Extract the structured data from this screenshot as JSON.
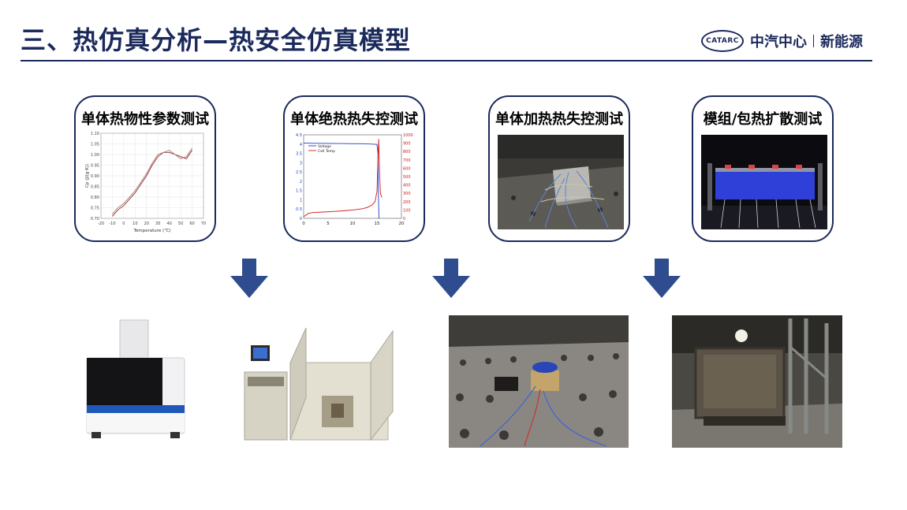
{
  "header": {
    "title": "三、热仿真分析—热安全仿真模型",
    "brand_logo": "CATARC",
    "brand_name": "中汽中心",
    "brand_division": "新能源"
  },
  "cards": [
    {
      "label": "单体热物性参数测试"
    },
    {
      "label": "单体绝热热失控测试"
    },
    {
      "label": "单体加热热失控测试"
    },
    {
      "label": "模组/包热扩散测试"
    }
  ],
  "colors": {
    "primary": "#1b2a5c",
    "arrow": "#2f4d8e",
    "voltage": "#1f3bd0",
    "temp": "#d11a1a"
  },
  "chart_data": [
    {
      "type": "line",
      "xlabel": "Temperature (℃)",
      "ylabel": "Cp (J/(g K))",
      "xlim": [
        -20,
        70
      ],
      "ylim": [
        0.7,
        1.1
      ],
      "xticks": [
        -20,
        -10,
        0,
        10,
        20,
        30,
        40,
        50,
        60,
        70
      ],
      "yticks": [
        0.7,
        0.75,
        0.8,
        0.85,
        0.9,
        0.95,
        1.0,
        1.05,
        1.1
      ],
      "series": [
        {
          "x": [
            -10,
            -5,
            0,
            5,
            10,
            15,
            20,
            25,
            30,
            35,
            40,
            45,
            50,
            55,
            60
          ],
          "y": [
            0.71,
            0.74,
            0.76,
            0.79,
            0.82,
            0.86,
            0.9,
            0.95,
            0.99,
            1.01,
            1.01,
            1.0,
            0.99,
            0.98,
            1.02
          ]
        },
        {
          "x": [
            -10,
            -5,
            0,
            5,
            10,
            15,
            20,
            25,
            30,
            35,
            40,
            45,
            50,
            55,
            60
          ],
          "y": [
            0.72,
            0.75,
            0.77,
            0.8,
            0.83,
            0.87,
            0.91,
            0.96,
            1.0,
            1.01,
            1.02,
            1.0,
            0.98,
            0.99,
            1.03
          ]
        }
      ]
    },
    {
      "type": "line",
      "xlim": [
        0,
        20
      ],
      "ylim_left": [
        0,
        4.5
      ],
      "ylim_right": [
        0,
        1000
      ],
      "xticks": [
        0,
        5,
        10,
        15,
        20
      ],
      "yticks_left": [
        0,
        0.5,
        1,
        1.5,
        2,
        2.5,
        3,
        3.5,
        4,
        4.5
      ],
      "yticks_right": [
        0,
        100,
        200,
        300,
        400,
        500,
        600,
        700,
        800,
        900,
        1000
      ],
      "series": [
        {
          "name": "Voltage",
          "axis": "left",
          "x": [
            0,
            2,
            4,
            6,
            8,
            10,
            12,
            14,
            15.0,
            15.2,
            15.3,
            15.4
          ],
          "y": [
            4.05,
            4.04,
            4.04,
            4.03,
            4.03,
            4.02,
            4.02,
            4.0,
            3.98,
            3.5,
            1.0,
            0.0
          ]
        },
        {
          "name": "Cell Temp",
          "axis": "right",
          "x": [
            0,
            1,
            2,
            4,
            6,
            8,
            10,
            12,
            13,
            14,
            14.6,
            15.0,
            15.2,
            15.35,
            15.5,
            15.7,
            16
          ],
          "y": [
            20,
            60,
            70,
            75,
            82,
            90,
            100,
            115,
            130,
            160,
            200,
            320,
            700,
            950,
            600,
            300,
            250
          ]
        }
      ]
    }
  ]
}
